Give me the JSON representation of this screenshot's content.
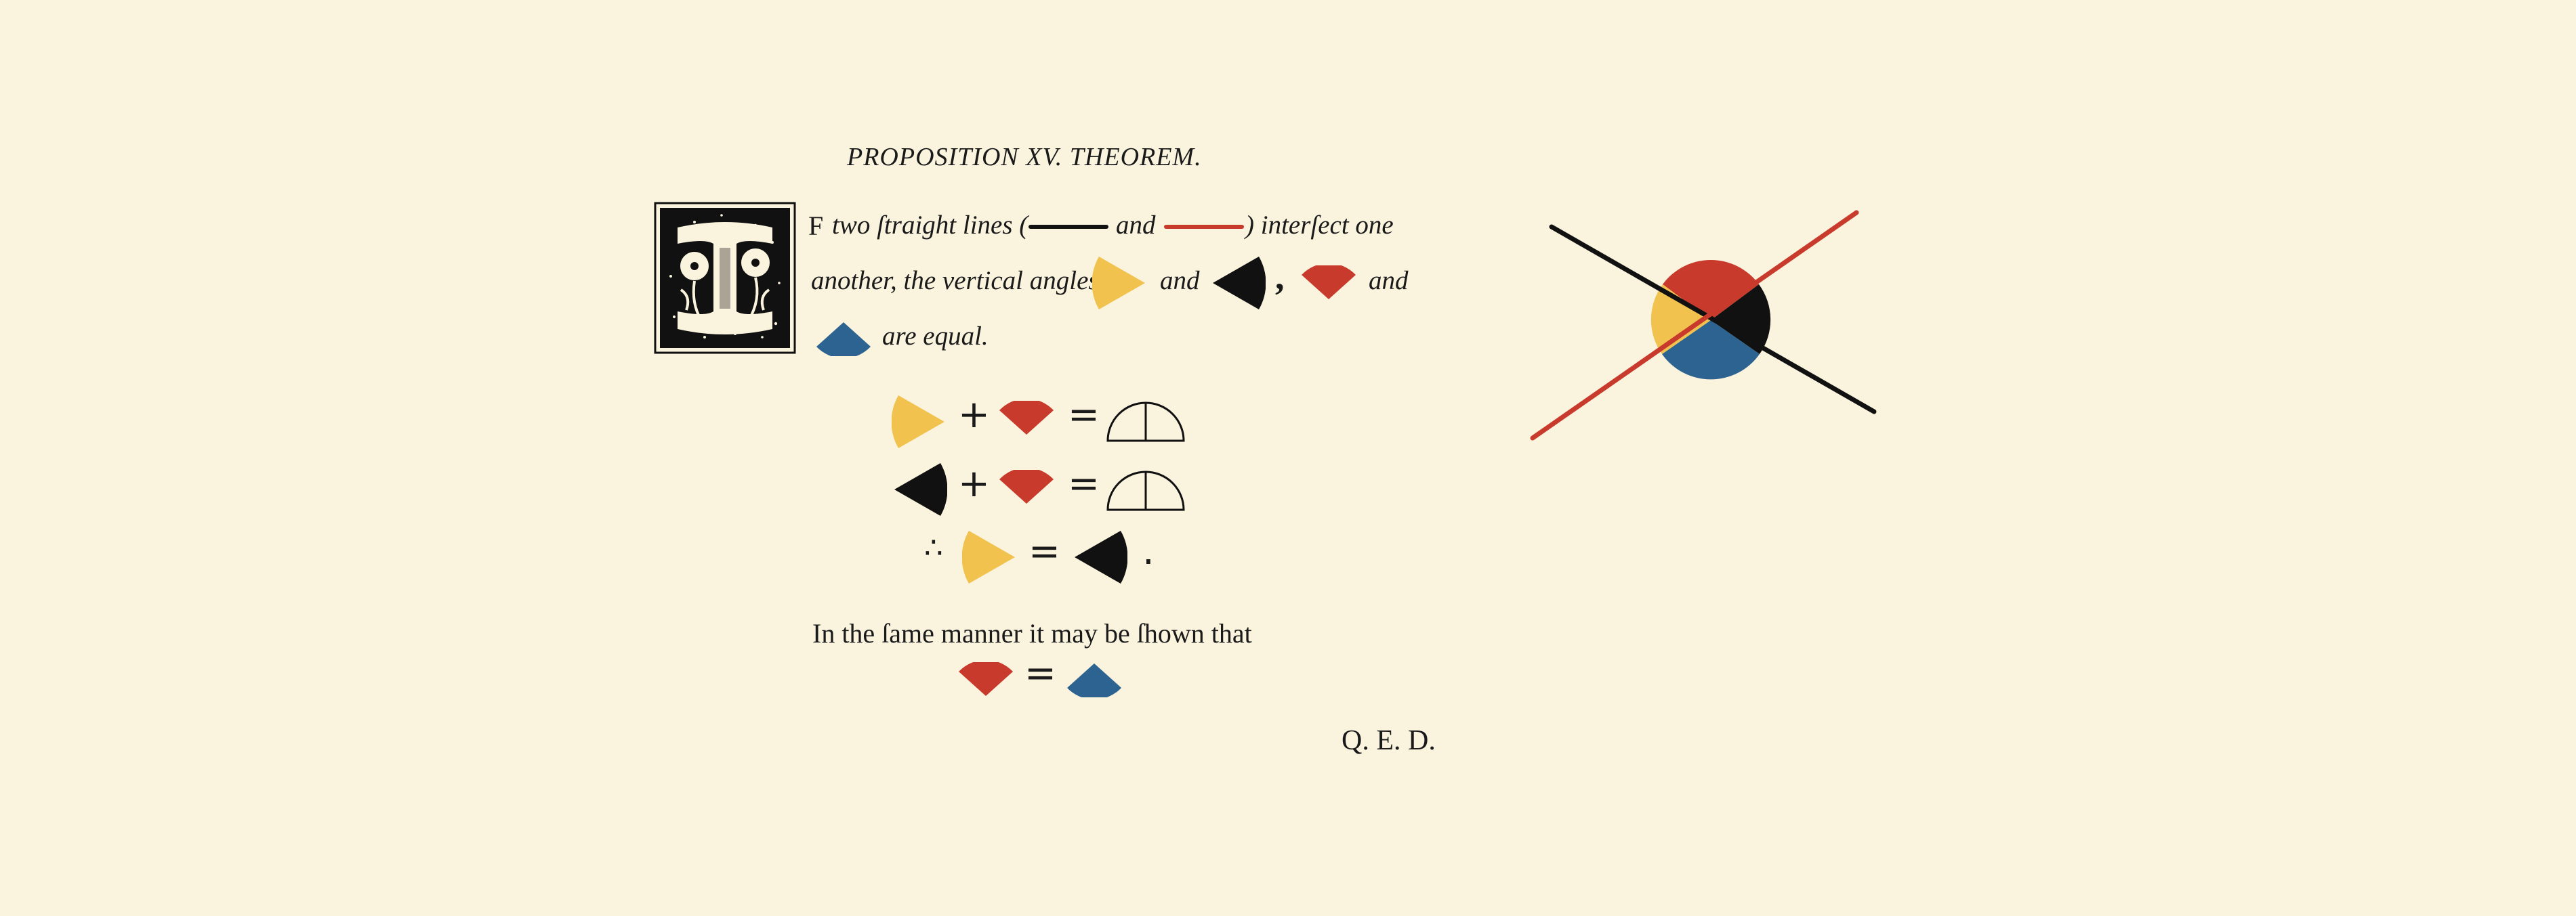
{
  "title": "PROPOSITION XV. THEOREM.",
  "drop_cap_letter": "I",
  "intro": {
    "line1_start": "F",
    "line1_a": "two ſtraight lines (",
    "line1_and": "and",
    "line1_b": ") interſect one",
    "line2_a": "another, the vertical angles",
    "line2_and1": "and",
    "line2_comma": ",",
    "line2_and2": "and",
    "line3": "are equal."
  },
  "equations": {
    "plus": "+",
    "equals": "=",
    "therefore": "∴",
    "period": "."
  },
  "conclusion": "In the ſame manner it may be ſhown that",
  "qed": "Q. E. D.",
  "colors": {
    "background": "#faf3de",
    "yellow": "#f1c34e",
    "red": "#c83a2c",
    "black": "#111111",
    "blue": "#2c6391"
  }
}
